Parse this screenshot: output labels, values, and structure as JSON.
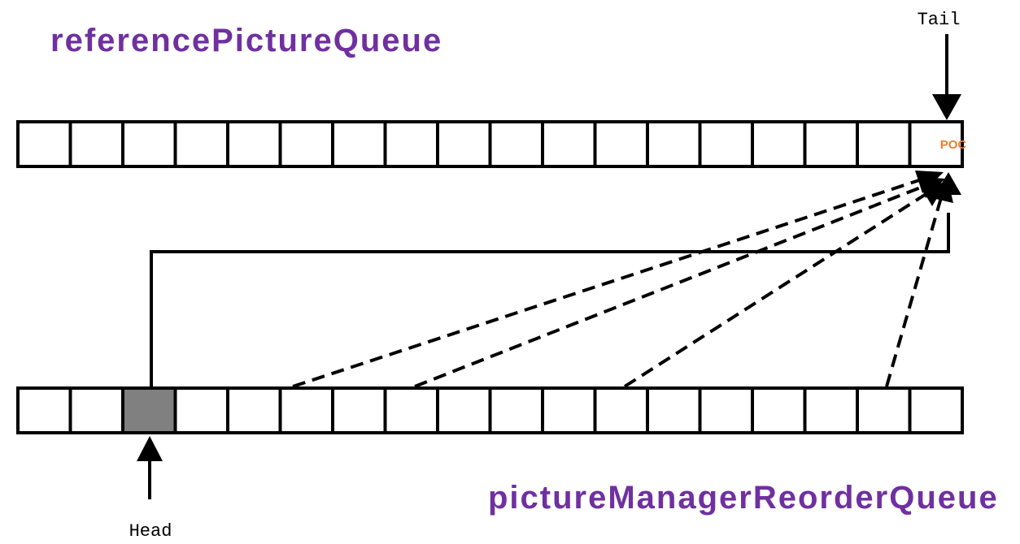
{
  "labels": {
    "reference_queue": "referencePictureQueue",
    "reorder_queue": "pictureManagerReorderQueue",
    "tail": "Tail",
    "head": "Head",
    "poc": "POC"
  },
  "reference_queue": {
    "cell_count": 18,
    "poc_cell_index": 17
  },
  "reorder_queue": {
    "cell_count": 18,
    "head_cell_index": 2
  },
  "colors": {
    "title": "#7030a0",
    "poc_text": "#ed7d31",
    "head_cell_fill": "#808080",
    "line": "#000000"
  }
}
